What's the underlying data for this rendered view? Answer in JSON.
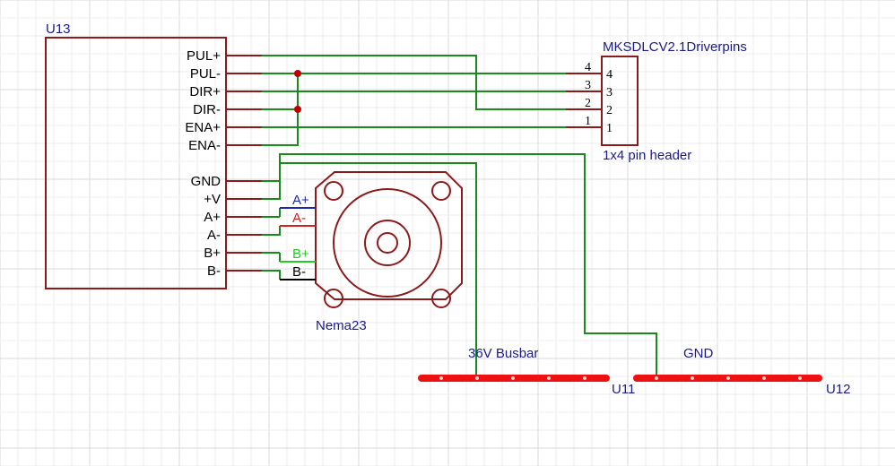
{
  "colors": {
    "grid_minor": "#ececec",
    "grid_major": "#d8d8d8",
    "wire": "#1a8a1a",
    "component": "#8b1a1a",
    "label_blue": "#1a1a8a",
    "junction": "#c00000",
    "busbar": "#ee1111",
    "coil_a_pos": "#1a2aa8",
    "coil_a_neg": "#d02020",
    "coil_b_pos": "#22cc22",
    "coil_b_neg": "#000000"
  },
  "u13": {
    "designator": "U13",
    "pins": [
      "PUL+",
      "PUL-",
      "DIR+",
      "DIR-",
      "ENA+",
      "ENA-",
      "GND",
      "+V",
      "A+",
      "A-",
      "B+",
      "B-"
    ]
  },
  "header": {
    "title": "MKSDLCV2.1Driverpins",
    "subtitle": "1x4 pin header",
    "pin_numbers": [
      "4",
      "3",
      "2",
      "1"
    ]
  },
  "motor": {
    "name": "Nema23",
    "wire_labels": [
      "A+",
      "A-",
      "B+",
      "B-"
    ]
  },
  "busbars": {
    "left": {
      "label": "36V Busbar",
      "designator": "U11"
    },
    "right": {
      "label": "GND",
      "designator": "U12"
    }
  }
}
